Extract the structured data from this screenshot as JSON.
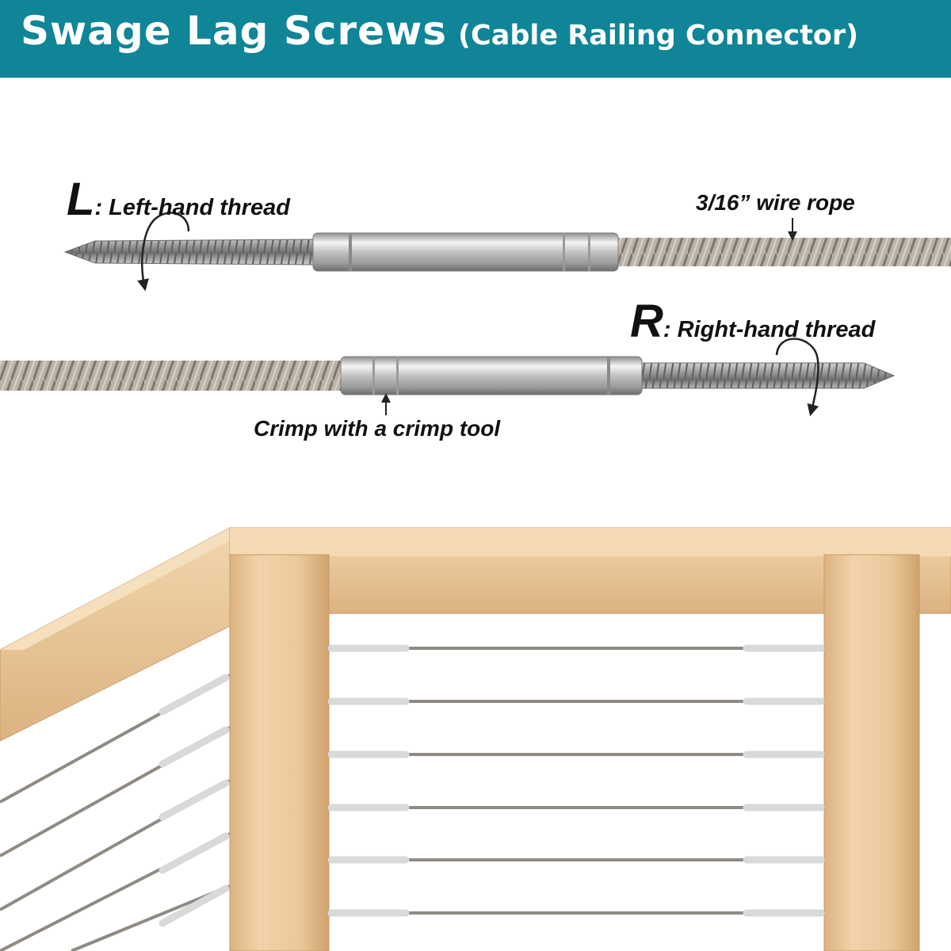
{
  "banner": {
    "title": "Swage Lag Screws",
    "subtitle": "(Cable Railing Connector)",
    "color": "#0f8597"
  },
  "left_connector": {
    "letter": "L",
    "thread_label": ": Left-hand thread",
    "rope_label": "3/16” wire rope",
    "rotation_icon": "counterclockwise-arrow-icon"
  },
  "right_connector": {
    "letter": "R",
    "thread_label": ": Right-hand thread",
    "crimp_label": "Crimp with a crimp tool",
    "rotation_icon": "clockwise-arrow-icon"
  },
  "colors": {
    "wood": "#e9c79a",
    "wood_dark": "#d7ad78",
    "steel": "#c9c9c9",
    "cable": "#9a958c"
  }
}
